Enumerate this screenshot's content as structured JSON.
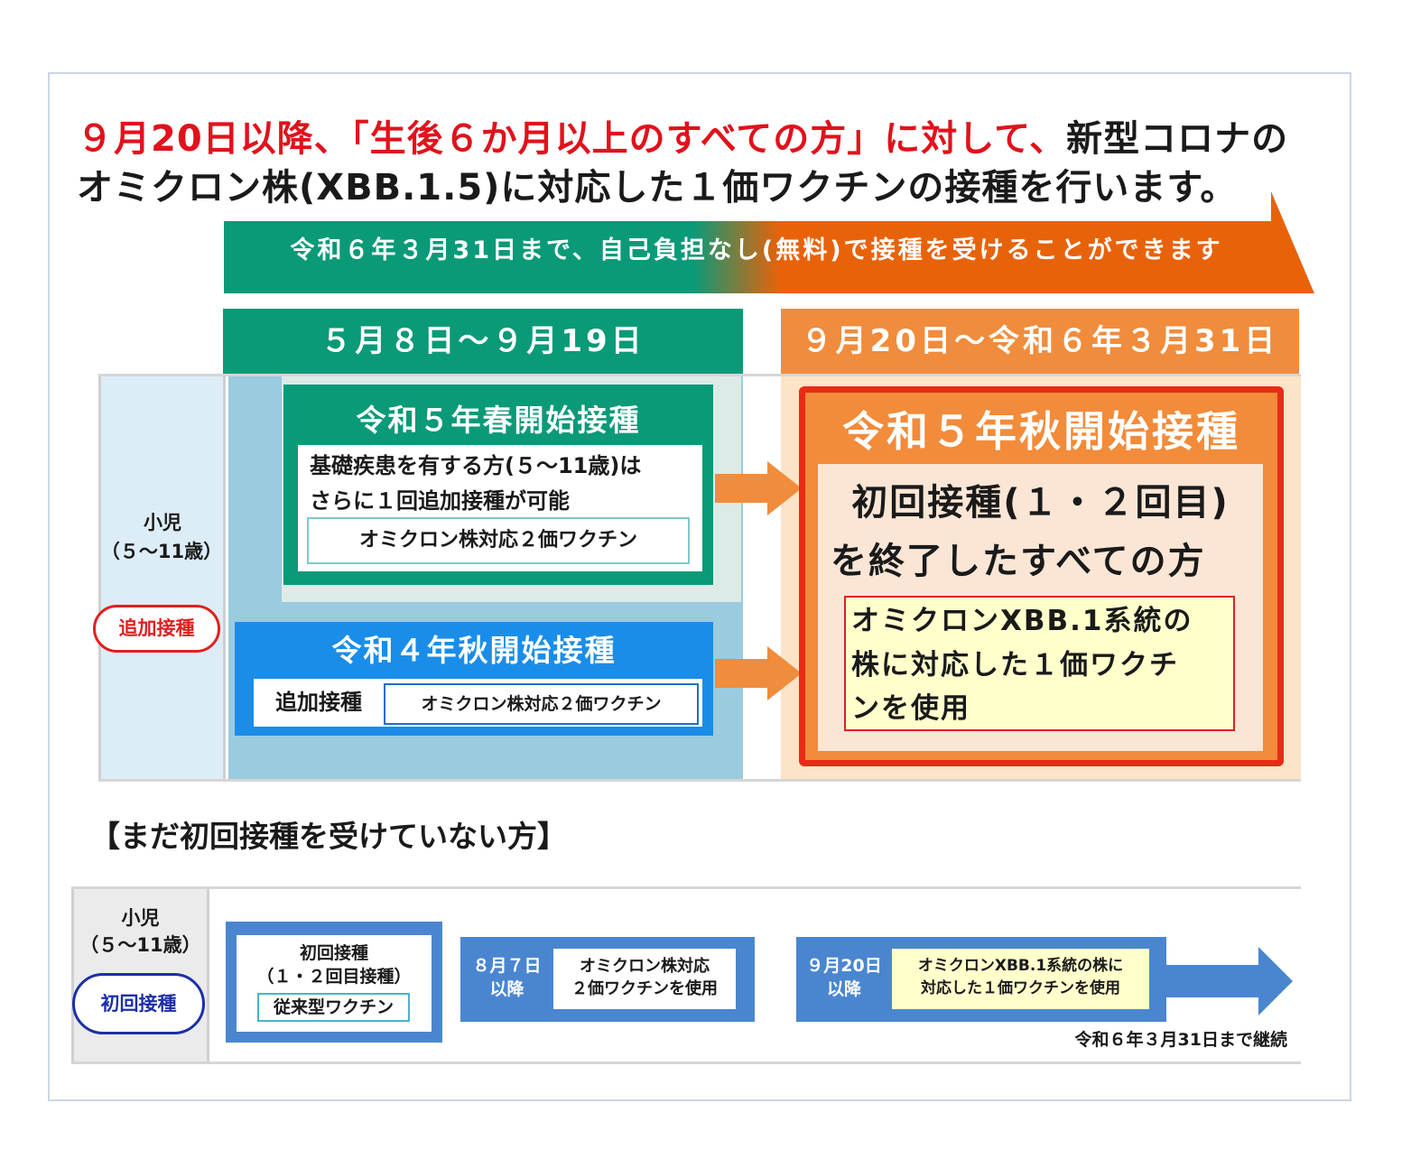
{
  "title": {
    "line1_red": "９月20日以降、「生後６か月以上のすべての方」に対して、",
    "line1_black": "新型コロナの",
    "line2": "オミクロン株(XBB.1.5)に対応した１価ワクチンの接種を行います。"
  },
  "banner": {
    "text": "令和６年３月31日まで、自己負担なし(無料)で接種を受けることができます"
  },
  "periods": {
    "left": "５月８日～９月19日",
    "right": "９月20日～令和６年３月31日"
  },
  "left_group": {
    "age_label": "小児",
    "age_range": "（５～11歳）",
    "badge": "追加接種"
  },
  "spring_box": {
    "title": "令和５年春開始接種",
    "note_line1": "基礎疾患を有する方(５～11歳)は",
    "note_line2": "さらに１回追加接種が可能",
    "vaccine": "オミクロン株対応２価ワクチン"
  },
  "autumn4_box": {
    "title": "令和４年秋開始接種",
    "label": "追加接種",
    "vaccine": "オミクロン株対応２価ワクチン"
  },
  "autumn5_box": {
    "title": "令和５年秋開始接種",
    "target_line1": "初回接種(１・２回目)",
    "target_line2": "を終了したすべての方",
    "vaccine_line1": "オミクロンXBB.1系統の",
    "vaccine_line2": "株に対応した１価ワクチ",
    "vaccine_line3": "ンを使用"
  },
  "section2": {
    "heading": "【まだ初回接種を受けていない方】",
    "age_label": "小児",
    "age_range": "（５～11歳）",
    "badge": "初回接種",
    "step1_line1": "初回接種",
    "step1_line2": "（１・２回目接種）",
    "step1_vaccine": "従来型ワクチン",
    "step2_date_line1": "８月７日",
    "step2_date_line2": "以降",
    "step2_vaccine_line1": "オミクロン株対応",
    "step2_vaccine_line2": "２価ワクチンを使用",
    "step3_date_line1": "９月20日",
    "step3_date_line2": "以降",
    "step3_vaccine_line1": "オミクロンXBB.1系統の株に",
    "step3_vaccine_line2": "対応した１価ワクチンを使用",
    "continue_note": "令和６年３月31日まで継続"
  },
  "colors": {
    "green": "#0a9a78",
    "orange": "#f08c3c",
    "red": "#e8281a",
    "blue": "#1a8de8",
    "light_blue": "#9acbdf",
    "step_blue": "#4a86d0",
    "navy": "#1c2fa8"
  }
}
